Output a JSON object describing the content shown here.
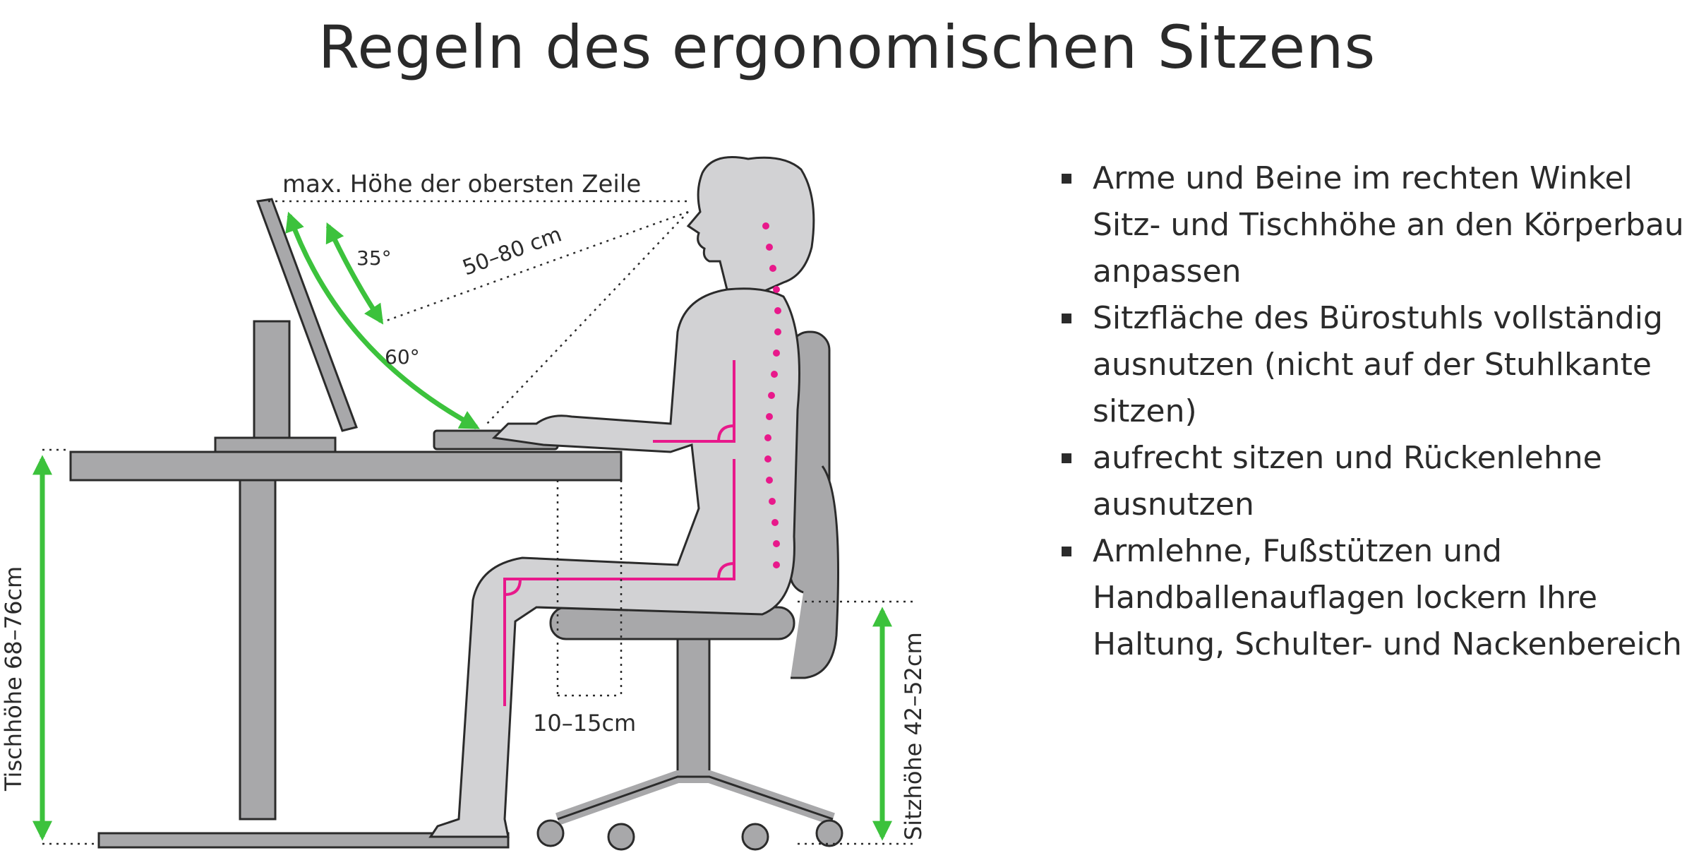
{
  "title": "Regeln des ergonomischen Sitzens",
  "diagram": {
    "labels": {
      "top_line": "max. Höhe der obersten Zeile",
      "angle_35": "35°",
      "angle_60": "60°",
      "distance": "50–80 cm",
      "knee_gap": "10–15cm",
      "table_height": "Tischhöhe 68–76cm",
      "seat_height": "Sitzhöhe 42–52cm"
    },
    "colors": {
      "furniture": "#a8a8aa",
      "body": "#d2d2d4",
      "outline": "#2b2b2b",
      "arrow": "#3cc23c",
      "posture_guides": "#e8198b"
    }
  },
  "rules": [
    "Arme und Beine im rechten Winkel Sitz- und Tischhöhe an den Körperbau anpassen",
    "Sitzfläche des Bürostuhls vollständig ausnutzen (nicht auf der Stuhlkante sitzen)",
    "aufrecht sitzen und Rückenlehne ausnutzen",
    "Armlehne, Fußstützen und Handballenauflagen lockern Ihre Haltung, Schulter- und Nackenbereich"
  ]
}
